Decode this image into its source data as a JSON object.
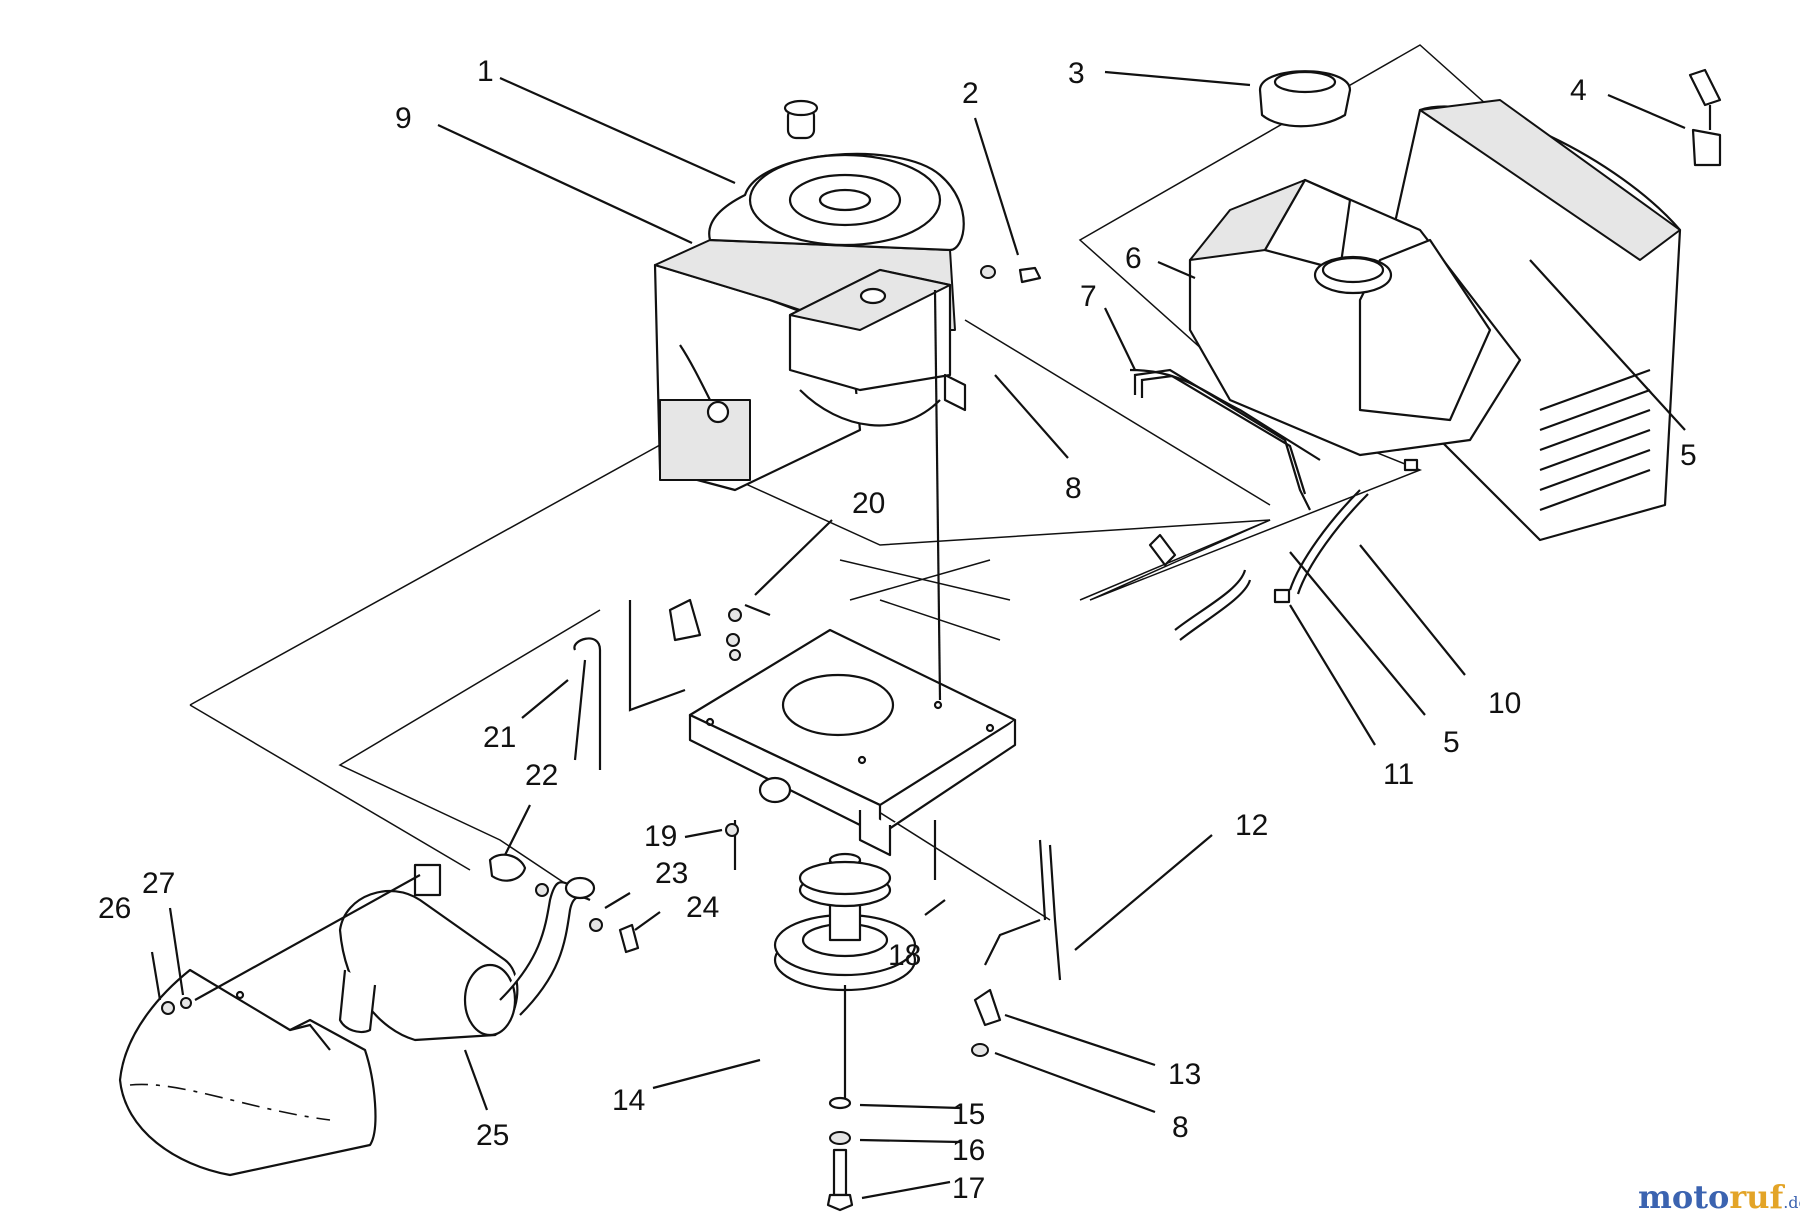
{
  "callouts": [
    {
      "id": "c1",
      "text": "1"
    },
    {
      "id": "c2",
      "text": "2"
    },
    {
      "id": "c3",
      "text": "3"
    },
    {
      "id": "c4",
      "text": "4"
    },
    {
      "id": "c5a",
      "text": "5"
    },
    {
      "id": "c5b",
      "text": "5"
    },
    {
      "id": "c6",
      "text": "6"
    },
    {
      "id": "c7",
      "text": "7"
    },
    {
      "id": "c8a",
      "text": "8"
    },
    {
      "id": "c8b",
      "text": "8"
    },
    {
      "id": "c9",
      "text": "9"
    },
    {
      "id": "c10",
      "text": "10"
    },
    {
      "id": "c11",
      "text": "11"
    },
    {
      "id": "c12",
      "text": "12"
    },
    {
      "id": "c13",
      "text": "13"
    },
    {
      "id": "c14",
      "text": "14"
    },
    {
      "id": "c15",
      "text": "15"
    },
    {
      "id": "c16",
      "text": "16"
    },
    {
      "id": "c17",
      "text": "17"
    },
    {
      "id": "c18",
      "text": "18"
    },
    {
      "id": "c19",
      "text": "19"
    },
    {
      "id": "c20",
      "text": "20"
    },
    {
      "id": "c21",
      "text": "21"
    },
    {
      "id": "c22",
      "text": "22"
    },
    {
      "id": "c23",
      "text": "23"
    },
    {
      "id": "c24",
      "text": "24"
    },
    {
      "id": "c25",
      "text": "25"
    },
    {
      "id": "c26",
      "text": "26"
    },
    {
      "id": "c27",
      "text": "27"
    }
  ],
  "watermark": {
    "part1": "moto",
    "part2": "ruf",
    "suffix": ".de"
  }
}
